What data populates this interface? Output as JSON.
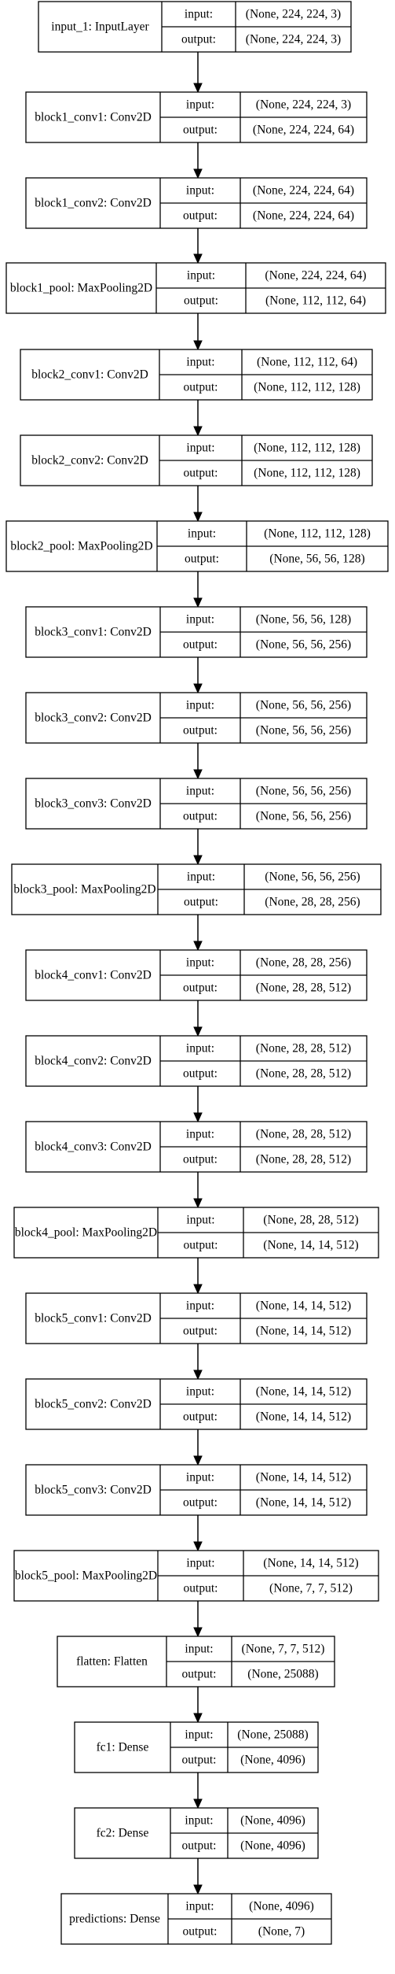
{
  "diagram": {
    "input_label": "input:",
    "output_label": "output:",
    "layers": [
      {
        "name": "input_1: InputLayer",
        "input": "(None, 224, 224, 3)",
        "output": "(None, 224, 224, 3)"
      },
      {
        "name": "block1_conv1: Conv2D",
        "input": "(None, 224, 224, 3)",
        "output": "(None, 224, 224, 64)"
      },
      {
        "name": "block1_conv2: Conv2D",
        "input": "(None, 224, 224, 64)",
        "output": "(None, 224, 224, 64)"
      },
      {
        "name": "block1_pool: MaxPooling2D",
        "input": "(None, 224, 224, 64)",
        "output": "(None, 112, 112, 64)"
      },
      {
        "name": "block2_conv1: Conv2D",
        "input": "(None, 112, 112, 64)",
        "output": "(None, 112, 112, 128)"
      },
      {
        "name": "block2_conv2: Conv2D",
        "input": "(None, 112, 112, 128)",
        "output": "(None, 112, 112, 128)"
      },
      {
        "name": "block2_pool: MaxPooling2D",
        "input": "(None, 112, 112, 128)",
        "output": "(None, 56, 56, 128)"
      },
      {
        "name": "block3_conv1: Conv2D",
        "input": "(None, 56, 56, 128)",
        "output": "(None, 56, 56, 256)"
      },
      {
        "name": "block3_conv2: Conv2D",
        "input": "(None, 56, 56, 256)",
        "output": "(None, 56, 56, 256)"
      },
      {
        "name": "block3_conv3: Conv2D",
        "input": "(None, 56, 56, 256)",
        "output": "(None, 56, 56, 256)"
      },
      {
        "name": "block3_pool: MaxPooling2D",
        "input": "(None, 56, 56, 256)",
        "output": "(None, 28, 28, 256)"
      },
      {
        "name": "block4_conv1: Conv2D",
        "input": "(None, 28, 28, 256)",
        "output": "(None, 28, 28, 512)"
      },
      {
        "name": "block4_conv2: Conv2D",
        "input": "(None, 28, 28, 512)",
        "output": "(None, 28, 28, 512)"
      },
      {
        "name": "block4_conv3: Conv2D",
        "input": "(None, 28, 28, 512)",
        "output": "(None, 28, 28, 512)"
      },
      {
        "name": "block4_pool: MaxPooling2D",
        "input": "(None, 28, 28, 512)",
        "output": "(None, 14, 14, 512)"
      },
      {
        "name": "block5_conv1: Conv2D",
        "input": "(None, 14, 14, 512)",
        "output": "(None, 14, 14, 512)"
      },
      {
        "name": "block5_conv2: Conv2D",
        "input": "(None, 14, 14, 512)",
        "output": "(None, 14, 14, 512)"
      },
      {
        "name": "block5_conv3: Conv2D",
        "input": "(None, 14, 14, 512)",
        "output": "(None, 14, 14, 512)"
      },
      {
        "name": "block5_pool: MaxPooling2D",
        "input": "(None, 14, 14, 512)",
        "output": "(None, 7, 7, 512)"
      },
      {
        "name": "flatten: Flatten",
        "input": "(None, 7, 7, 512)",
        "output": "(None, 25088)"
      },
      {
        "name": "fc1: Dense",
        "input": "(None, 25088)",
        "output": "(None, 4096)"
      },
      {
        "name": "fc2: Dense",
        "input": "(None, 4096)",
        "output": "(None, 4096)"
      },
      {
        "name": "predictions: Dense",
        "input": "(None, 4096)",
        "output": "(None, 7)"
      }
    ]
  }
}
